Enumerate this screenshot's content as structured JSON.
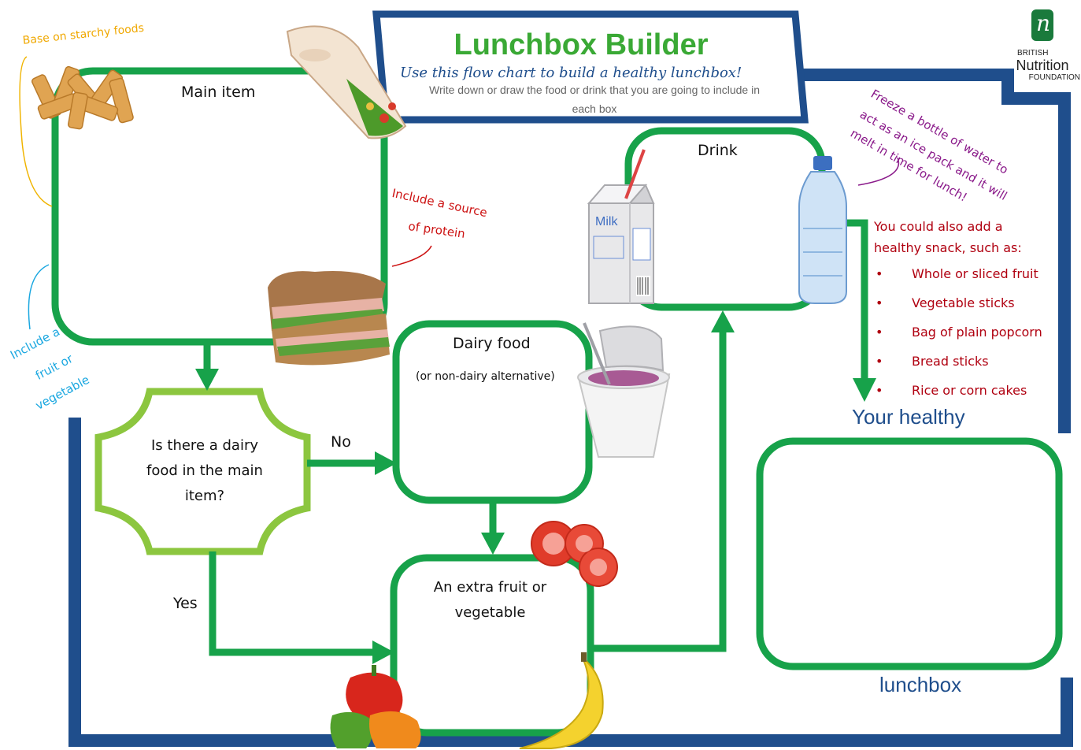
{
  "header": {
    "title": "Lunchbox Builder",
    "subtitle": "Use this flow chart to build a healthy lunchbox!",
    "instructions_line1": "Write down or draw the food or drink that you are going to include in",
    "instructions_line2": "each box"
  },
  "logo": {
    "letter": "n",
    "line1": "BRITISH",
    "line2": "Nutrition",
    "line3": "FOUNDATION"
  },
  "boxes": {
    "main_item": "Main item",
    "decision_line1": "Is there a dairy",
    "decision_line2": "food in the main",
    "decision_line3": "item?",
    "dairy": "Dairy food",
    "dairy_sub": "(or non-dairy alternative)",
    "extra_line1": "An extra fruit or",
    "extra_line2": "vegetable",
    "drink": "Drink"
  },
  "edges": {
    "no": "No",
    "yes": "Yes"
  },
  "notes": {
    "starchy": "Base on starchy foods",
    "protein_line1": "Include a source",
    "protein_line2": "of protein",
    "fruit_line1": "Include a",
    "fruit_line2": "fruit or",
    "fruit_line3": "vegetable",
    "freeze_line1": "Freeze a bottle of water to",
    "freeze_line2": "act as an ice pack and it will",
    "freeze_line3": "melt in time for lunch!",
    "snack_intro_line1": "You could also add a",
    "snack_intro_line2": "healthy snack, such as:",
    "snacks": [
      "Whole or sliced fruit",
      "Vegetable sticks",
      "Bag of plain popcorn",
      "Bread sticks",
      "Rice or corn cakes"
    ]
  },
  "lunchbox": {
    "top": "Your healthy",
    "bottom": "lunchbox"
  },
  "images": {
    "milk_label": "Milk"
  },
  "colors": {
    "green": "#17a24a",
    "light_green": "#8cc63f",
    "navy": "#1f4e8c",
    "title_green": "#3aa935"
  }
}
